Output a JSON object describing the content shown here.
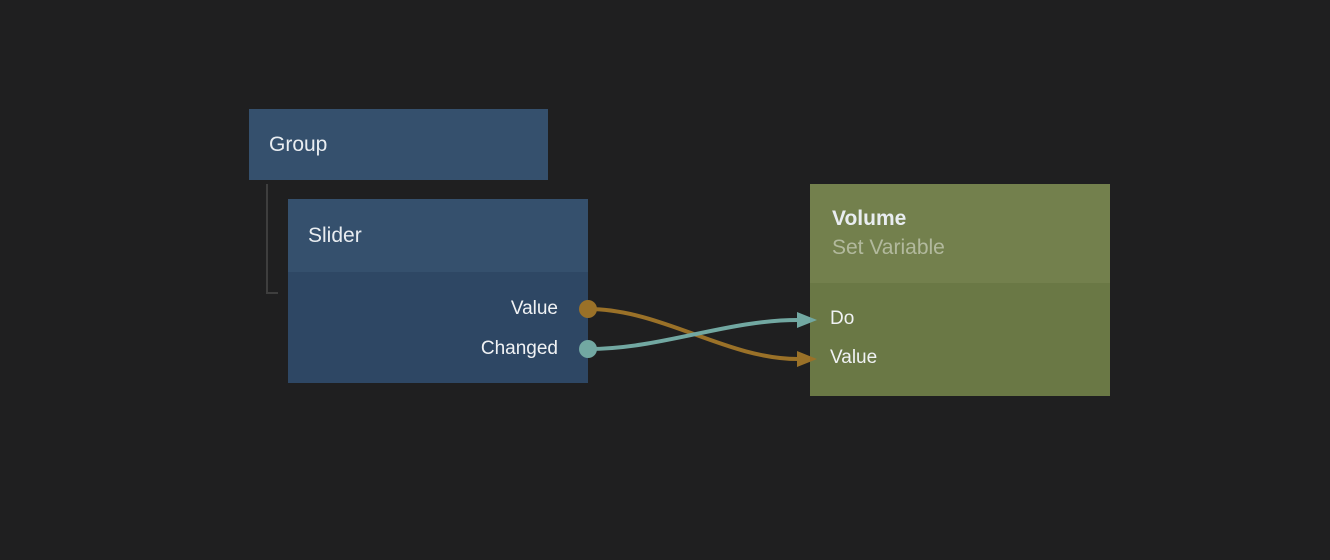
{
  "canvas": {
    "type": "node-graph-editor"
  },
  "nodes": {
    "group": {
      "title": "Group"
    },
    "slider": {
      "title": "Slider",
      "outputs": [
        {
          "label": "Value",
          "port_color": "#9a7128",
          "port_shape": "circle"
        },
        {
          "label": "Changed",
          "port_color": "#72a8a2",
          "port_shape": "circle"
        }
      ]
    },
    "volume": {
      "title": "Volume",
      "subtitle": "Set Variable",
      "inputs": [
        {
          "label": "Do",
          "port_color": "#72a8a2",
          "port_shape": "arrow"
        },
        {
          "label": "Value",
          "port_color": "#9a7128",
          "port_shape": "arrow"
        }
      ]
    }
  },
  "connections": [
    {
      "from_node": "Slider",
      "from_port": "Value",
      "to_node": "Volume",
      "to_port": "Value",
      "color": "#9a7128"
    },
    {
      "from_node": "Slider",
      "from_port": "Changed",
      "to_node": "Volume",
      "to_port": "Do",
      "color": "#72a8a2"
    }
  ],
  "hierarchy": [
    {
      "parent": "Group",
      "child": "Slider"
    }
  ],
  "colors": {
    "background": "#1f1f20",
    "node_blue_header": "#35506d",
    "node_blue_body": "#2e4764",
    "node_green_header": "#73804d",
    "node_green_body": "#6a7845",
    "wire_orange": "#9a7128",
    "wire_teal": "#72a8a2",
    "tree_connector": "#3e3e3e"
  }
}
